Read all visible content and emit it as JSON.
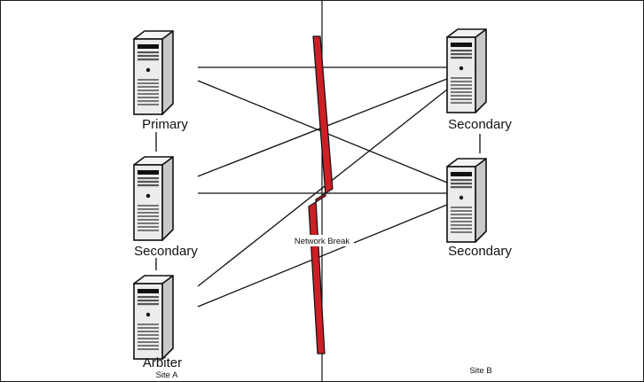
{
  "nodes": {
    "primary": {
      "label": "Primary"
    },
    "secondary_a": {
      "label": "Secondary"
    },
    "arbiter": {
      "label": "Arbiter"
    },
    "secondary_b1": {
      "label": "Secondary"
    },
    "secondary_b2": {
      "label": "Secondary"
    }
  },
  "sites": {
    "a": {
      "label": "Site A"
    },
    "b": {
      "label": "Site B"
    }
  },
  "network_break": {
    "label": "Network Break"
  },
  "colors": {
    "break": "#cc1f26",
    "server_body": "#ececec",
    "server_side": "#c9c9c9",
    "server_shade": "#9a9a9a",
    "outline": "#111111"
  },
  "links": [
    [
      "primary",
      "secondary_a"
    ],
    [
      "secondary_a",
      "arbiter"
    ],
    [
      "secondary_b1",
      "secondary_b2"
    ],
    [
      "primary",
      "secondary_b1"
    ],
    [
      "primary",
      "secondary_b2"
    ],
    [
      "secondary_a",
      "secondary_b1"
    ],
    [
      "secondary_a",
      "secondary_b2"
    ],
    [
      "arbiter",
      "secondary_b1"
    ],
    [
      "arbiter",
      "secondary_b2"
    ]
  ]
}
